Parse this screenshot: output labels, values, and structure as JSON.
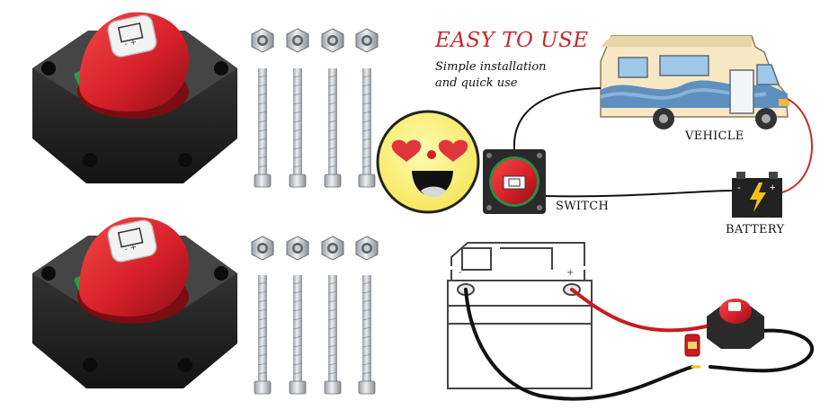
{
  "headline": "EASY TO USE",
  "subline_1": "Simple installation",
  "subline_2": "and quick use",
  "labels": {
    "vehicle": "VEHICLE",
    "switch": "SWITCH",
    "battery": "BATTERY"
  },
  "colors": {
    "accent_red": "#c8282a",
    "switch_red": "#d8202a",
    "switch_body": "#2a2a2a",
    "emoji_yellow": "#fbf28a"
  },
  "icons": [
    "battery-disconnect-switch",
    "hex-nut",
    "bolt",
    "smiling-emoji",
    "rv-camper",
    "car-battery",
    "lightning-bolt-icon"
  ]
}
